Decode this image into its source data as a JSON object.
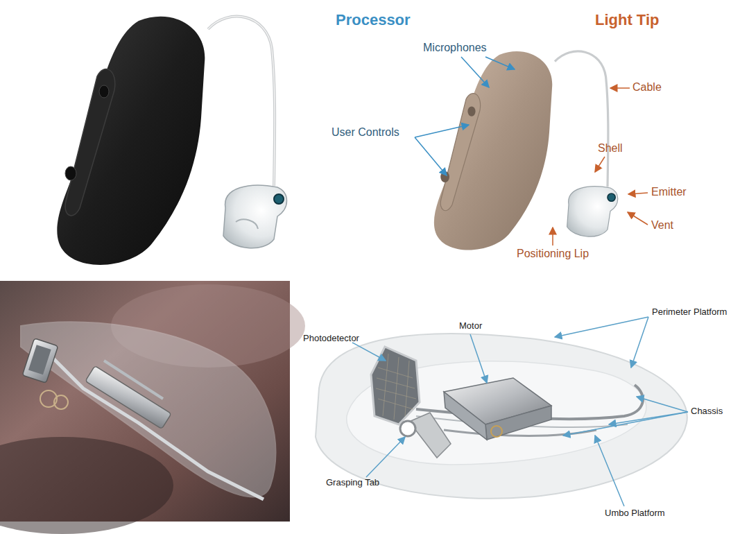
{
  "diagram": {
    "labels": [
      "Processor",
      "Light Tip",
      "Microphones",
      "Cable",
      "User Controls",
      "Shell",
      "Emitter",
      "Vent",
      "Positioning Lip",
      "Photodetector",
      "Motor",
      "Perimeter Platform",
      "Chassis",
      "Grasping Tab",
      "Umbo Platform"
    ]
  }
}
